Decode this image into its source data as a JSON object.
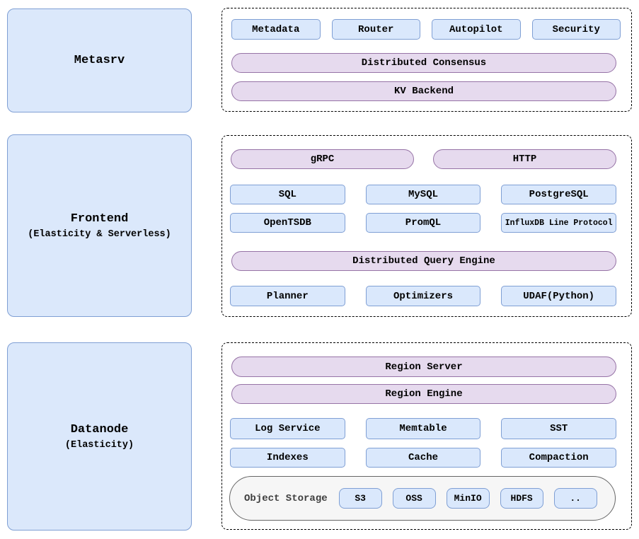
{
  "sections": [
    {
      "id": "metasrv",
      "label": "Metasrv",
      "sublabel": "",
      "rows": [
        {
          "type": "boxes",
          "items": [
            "Metadata",
            "Router",
            "Autopilot",
            "Security"
          ]
        },
        {
          "type": "pill",
          "label": "Distributed Consensus"
        },
        {
          "type": "pill",
          "label": "KV Backend"
        }
      ]
    },
    {
      "id": "frontend",
      "label": "Frontend",
      "sublabel": "(Elasticity & Serverless)",
      "rows": [
        {
          "type": "pills",
          "items": [
            "gRPC",
            "HTTP"
          ]
        },
        {
          "type": "boxes",
          "items": [
            "SQL",
            "MySQL",
            "PostgreSQL"
          ]
        },
        {
          "type": "boxes",
          "items": [
            "OpenTSDB",
            "PromQL",
            "InfluxDB Line Protocol"
          ]
        },
        {
          "type": "pill",
          "label": "Distributed Query Engine"
        },
        {
          "type": "boxes",
          "items": [
            "Planner",
            "Optimizers",
            "UDAF(Python)"
          ]
        }
      ]
    },
    {
      "id": "datanode",
      "label": "Datanode",
      "sublabel": "(Elasticity)",
      "rows": [
        {
          "type": "pill",
          "label": "Region Server"
        },
        {
          "type": "pill",
          "label": "Region Engine"
        },
        {
          "type": "boxes",
          "items": [
            "Log Service",
            "Memtable",
            "SST"
          ]
        },
        {
          "type": "boxes",
          "items": [
            "Indexes",
            "Cache",
            "Compaction"
          ]
        },
        {
          "type": "storage",
          "label": "Object Storage",
          "items": [
            "S3",
            "OSS",
            "MinIO",
            "HDFS",
            ".."
          ]
        }
      ]
    }
  ],
  "colors": {
    "node_fill": "#dae8fc",
    "node_border": "#7f9fd4",
    "pill_fill": "#e6daee",
    "pill_border": "#9673a6",
    "storage_fill": "#f6f6f6",
    "storage_border": "#666666",
    "dashed_border": "#000000",
    "background": "#ffffff",
    "text": "#000000"
  }
}
